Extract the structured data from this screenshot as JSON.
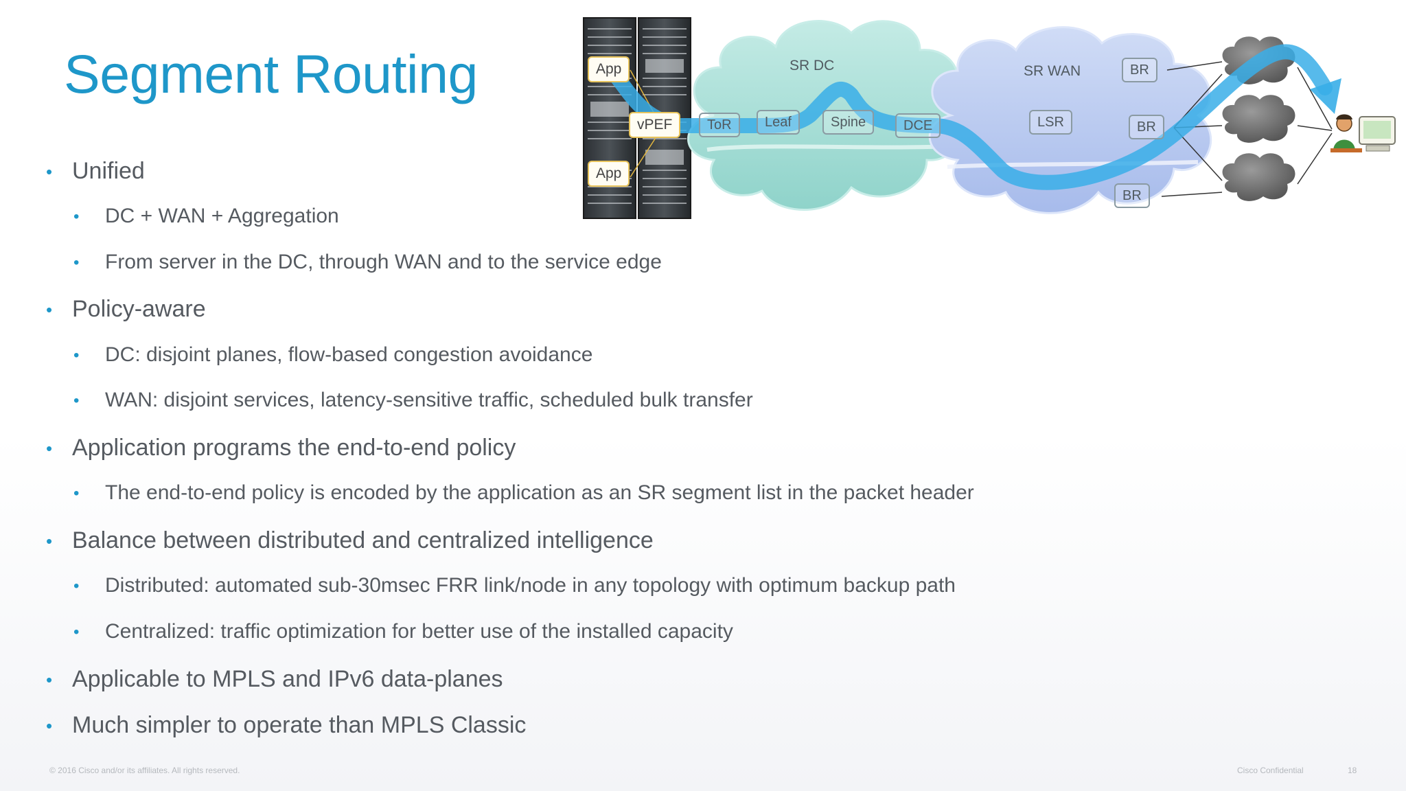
{
  "slide": {
    "title": "Segment Routing",
    "bullets": [
      {
        "level": 1,
        "text": "Unified"
      },
      {
        "level": 2,
        "text": "DC + WAN + Aggregation"
      },
      {
        "level": 2,
        "text": "From server in the DC, through WAN and to the service edge"
      },
      {
        "level": 1,
        "text": "Policy-aware"
      },
      {
        "level": 2,
        "text": "DC: disjoint planes, flow-based congestion avoidance"
      },
      {
        "level": 2,
        "text": "WAN: disjoint services, latency-sensitive traffic, scheduled bulk transfer"
      },
      {
        "level": 1,
        "text": "Application programs the end-to-end policy"
      },
      {
        "level": 2,
        "text": "The end-to-end policy is encoded by the application as an SR segment list in the packet header"
      },
      {
        "level": 1,
        "text": "Balance between distributed and centralized intelligence"
      },
      {
        "level": 2,
        "text": "Distributed: automated sub-30msec FRR link/node in any topology with optimum backup path"
      },
      {
        "level": 2,
        "text": "Centralized: traffic optimization for better use of the installed capacity"
      },
      {
        "level": 1,
        "text": "Applicable to MPLS and IPv6 data-planes"
      },
      {
        "level": 1,
        "text": "Much simpler to operate than MPLS Classic"
      }
    ],
    "bullet_glyph": "•"
  },
  "diagram": {
    "dc_cloud_label": "SR DC",
    "wan_cloud_label": "SR WAN",
    "nodes": {
      "app_top": "App",
      "vpef": "vPEF",
      "app_bottom": "App",
      "tor": "ToR",
      "leaf": "Leaf",
      "spine": "Spine",
      "dce": "DCE",
      "lsr": "LSR",
      "br_top": "BR",
      "br_mid": "BR",
      "br_bottom": "BR"
    },
    "colors": {
      "dc_cloud": "#a6ddd6",
      "wan_cloud": "#b9c9ef",
      "path_arrow": "#39aee8",
      "internet_cloud": "#6f6f6f",
      "app_box_border": "#e8c45b"
    },
    "icons": [
      "server-rack-icon",
      "internet-cloud-icon",
      "user-computer-icon"
    ]
  },
  "footer": {
    "copyright": "© 2016 Cisco and/or its affiliates. All rights reserved.",
    "confidential": "Cisco Confidential",
    "page_number": "18"
  }
}
